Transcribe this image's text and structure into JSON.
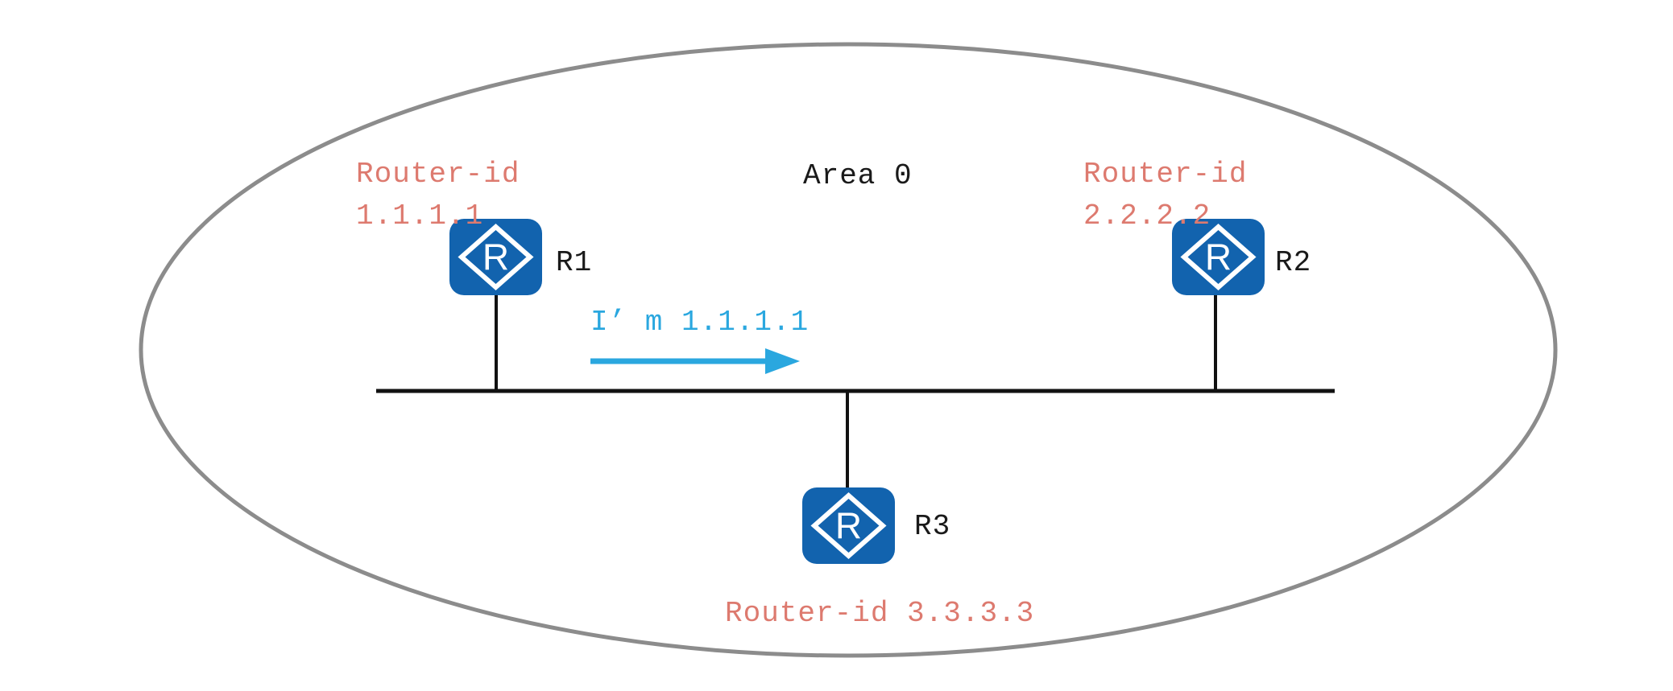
{
  "area": {
    "label": "Area 0"
  },
  "message": {
    "text": "I’ m 1.1.1.1"
  },
  "routers": {
    "r1": {
      "label": "R1",
      "router_id_title": "Router-id",
      "router_id": "1.1.1.1"
    },
    "r2": {
      "label": "R2",
      "router_id_title": "Router-id",
      "router_id": "2.2.2.2"
    },
    "r3": {
      "label": "R3",
      "router_id_full": "Router-id 3.3.3.3"
    }
  },
  "icons": {
    "router_glyph": "R"
  },
  "colors": {
    "salmon": "#dd7a6f",
    "cyan": "#2aa7df",
    "icon-blue": "#1263ae",
    "line-black": "#111111",
    "ellipse-gray": "#8c8c8c",
    "text-black": "#1a1a1a"
  }
}
